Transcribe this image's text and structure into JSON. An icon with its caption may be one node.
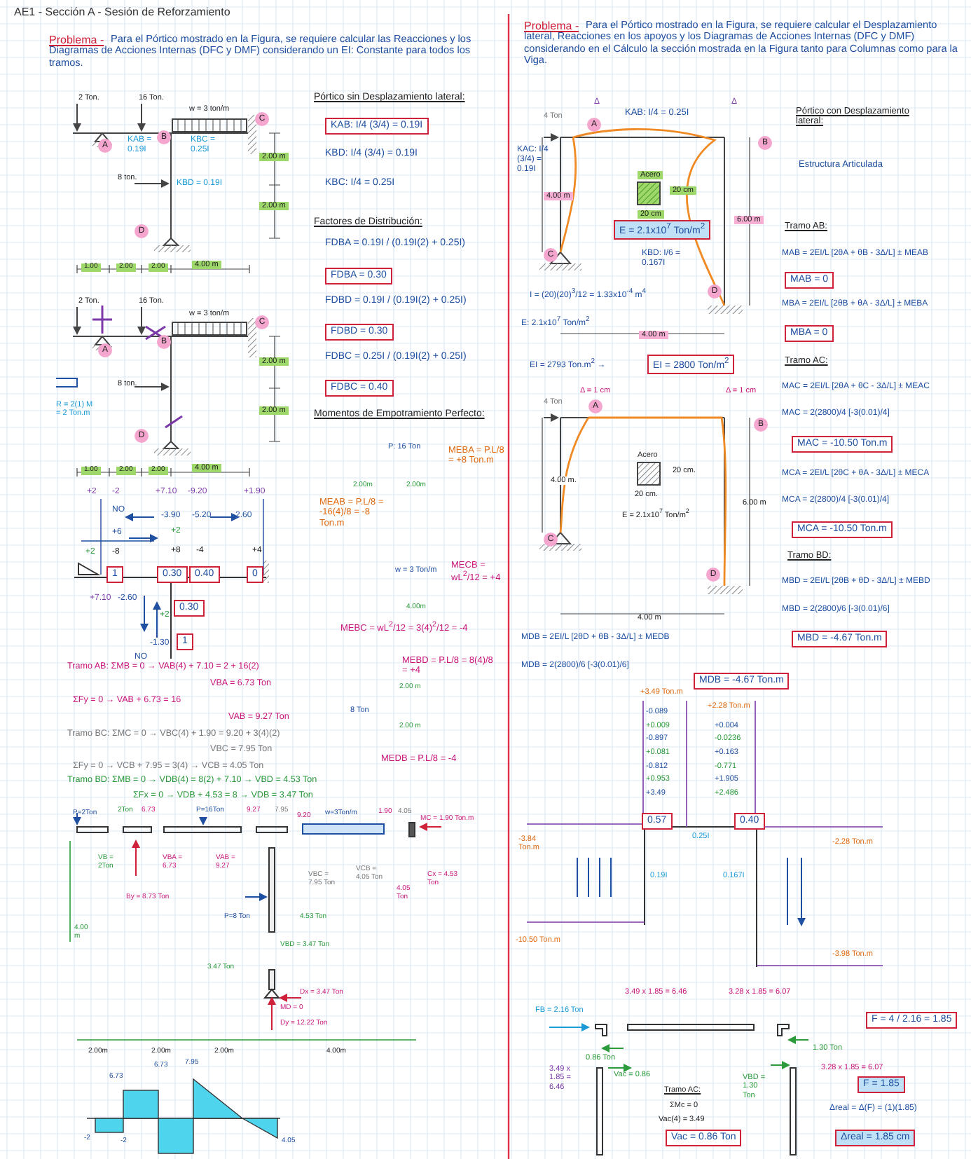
{
  "diagram": {
    "title": "AE1 - Sección A - Sesión de Reforzamiento",
    "nodes": [
      {
        "text": [
          "KAB: I/4 (3/4) = 0.19I"
        ]
      },
      {
        "text": [
          "FDBA = 0.30"
        ]
      },
      {
        "text": [
          "FDBD = 0.30"
        ]
      },
      {
        "text": [
          "FDBC = 0.40"
        ]
      },
      {
        "text": [
          "1"
        ]
      },
      {
        "text": [
          "0.30"
        ]
      },
      {
        "text": [
          "0.40"
        ]
      },
      {
        "text": [
          "0"
        ]
      },
      {
        "text": [
          "0.30"
        ]
      },
      {
        "text": [
          "1"
        ]
      },
      {
        "text": [
          "E = 2.1x10$^{7}$ Ton/m$^{2}$"
        ]
      },
      {
        "text": [
          "EI = 2800 Ton/m$^{2}$"
        ]
      },
      {
        "text": [
          "MAB = 0"
        ]
      },
      {
        "text": [
          "MBA = 0"
        ]
      },
      {
        "text": [
          "MAC = -10.50 Ton.m"
        ]
      },
      {
        "text": [
          "MCA = -10.50 Ton.m"
        ]
      },
      {
        "text": [
          "MBD = -4.67 Ton.m"
        ]
      },
      {
        "text": [
          "MDB = -4.67 Ton.m"
        ]
      },
      {
        "text": [
          "0.57"
        ]
      },
      {
        "text": [
          "0.40"
        ]
      },
      {
        "text": [
          "F = 4 / 2.16 = 1.85"
        ]
      },
      {
        "text": [
          "F = 1.85"
        ]
      },
      {
        "text": [
          "Vac = 0.86 Ton"
        ]
      },
      {
        "text": [
          "Δreal = 1.85 cm"
        ]
      }
    ],
    "labels": [
      "Problema -",
      "Para el Pórtico mostrado en la Figura, se requiere calcular las Reacciones y los Diagramas de Acciones Internas (DFC y DMF) considerando un EI: Constante para todos los tramos.",
      "Problema -",
      "Para el Pórtico mostrado en la Figura, se requiere calcular el Desplazamiento lateral, Reacciones en los apoyos y los Diagramas de Acciones Internas (DFC y DMF) considerando en el Cálculo la sección mostrada en la Figura tanto para Columnas como para la Viga.",
      "2 Ton.",
      "16 Ton.",
      "w = 3 ton/m",
      "KAB = 0.19I",
      "KBC = 0.25I",
      "8 ton.",
      "KBD = 0.19I",
      "2.00 m",
      "2.00 m",
      "1.00",
      "2.00",
      "2.00",
      "4.00 m",
      "Pórtico sin Desplazamiento lateral:",
      "KBD: I/4 (3/4) = 0.19I",
      "KBC: I/4 = 0.25I",
      "Factores de Distribución:",
      "FDBA = 0.19I / (0.19I(2) + 0.25I)",
      "FDBD = 0.19I / (0.19I(2) + 0.25I)",
      "FDBC = 0.25I / (0.19I(2) + 0.25I)",
      "Momentos de Empotramiento Perfecto:",
      "P: 16 Ton",
      "MEBA = P.L/8 = +8 Ton.m",
      "2.00m",
      "2.00m",
      "MEAB = P.L/8 = -16(4)/8 = -8 Ton.m",
      "w = 3 Ton/m",
      "MECB = wL$^{2}$/12 = +4",
      "4.00m",
      "MEBC = wL$^{2}$/12 = 3(4)$^{2}$/12 = -4",
      "MEBD = P.L/8 = 8(4)/8 = +4",
      "2.00 m",
      "8 Ton",
      "2.00 m",
      "MEDB = P.L/8 = -4",
      "2 Ton.",
      "16 Ton.",
      "w = 3 ton/m",
      "R = 2(1) M = 2 Ton.m",
      "8 ton.",
      "2.00 m",
      "2.00 m",
      "1.00",
      "2.00",
      "2.00",
      "4.00 m",
      "+2",
      "-2",
      "+7.10",
      "-9.20",
      "+1.90",
      "NO",
      "-3.90",
      "-5.20",
      "-2.60",
      "+6",
      "+2",
      "+2",
      "-8",
      "+8",
      "-4",
      "+4",
      "+7.10",
      "-2.60",
      "+2",
      "NO",
      "-1.30",
      "Tramo AB: ΣMB = 0 → VAB(4) + 7.10 = 2 + 16(2)",
      "VBA = 6.73 Ton",
      "ΣFy = 0 → VAB + 6.73 = 16",
      "VAB = 9.27 Ton",
      "Tramo BC: ΣMC = 0 → VBC(4) + 1.90 = 9.20 + 3(4)(2)",
      "VBC = 7.95 Ton",
      "ΣFy = 0 → VCB + 7.95 = 3(4) → VCB = 4.05 Ton",
      "Tramo BD: ΣMB = 0 → VDB(4) = 8(2) + 7.10 → VBD = 4.53 Ton",
      "ΣFx = 0 → VDB + 4.53 = 8 → VDB = 3.47 Ton",
      "P=2Ton",
      "2Ton",
      "6.73",
      "P=16Ton",
      "9.27",
      "7.95",
      "9.20",
      "w=3Ton/m",
      "1.90",
      "4.05",
      "MC = 1.90 Ton.m",
      "VB = 2Ton",
      "By = 8.73 Ton",
      "VBA = 6.73",
      "VAB = 9.27",
      "VBC = 7.95 Ton",
      "4.53 Ton",
      "VCB = 4.05 Ton",
      "4.05 Ton",
      "Cx = 4.53 Ton",
      "P=8 Ton",
      "VBD = 3.47 Ton",
      "3.47 Ton",
      "Dx = 3.47 Ton",
      "MD = 0",
      "Dy = 12.22 Ton",
      "4.00 m",
      "2.00m",
      "2.00m",
      "2.00m",
      "4.00m",
      "6.73",
      "6.73",
      "7.95",
      "-2",
      "-2",
      "4.05",
      "4 Ton",
      "Δ",
      "Δ",
      "KAB: I/4 = 0.25I",
      "KAC: I/4 (3/4) = 0.19I",
      "Acero",
      "20 cm",
      "4.00 m",
      "20 cm",
      "6.00 m",
      "KBD: I/6 = 0.167I",
      "4.00 m",
      "I = (20)(20)$^{3}$/12 = 1.33x10$^{-4}$ m$^{4}$",
      "E: 2.1x10$^{7}$ Ton/m$^{2}$",
      "EI = 2793 Ton.m$^{2}$ →",
      "Pórtico con Desplazamiento lateral:",
      "Estructura Articulada",
      "Tramo AB:",
      "MAB = 2EI/L [2θA + θB - 3Δ/L] ± MEAB",
      "MBA = 2EI/L [2θB + θA - 3Δ/L] ± MEBA",
      "Tramo AC:",
      "MAC = 2EI/L [2θA + θC - 3Δ/L] ± MEAC",
      "MAC = 2(2800)/4 [-3(0.01)/4]",
      "MCA = 2EI/L [2θC + θA - 3Δ/L] ± MECA",
      "MCA = 2(2800)/4 [-3(0.01)/4]",
      "Tramo BD:",
      "MBD = 2EI/L [2θB + θD - 3Δ/L] ± MEBD",
      "MBD = 2(2800)/6 [-3(0.01)/6]",
      "Δ = 1 cm",
      "Δ = 1 cm",
      "4 Ton",
      "Acero",
      "20 cm.",
      "4.00 m.",
      "20 cm.",
      "E = 2.1x10$^{7}$ Ton/m$^{2}$",
      "6.00 m",
      "4.00 m",
      "MDB = 2EI/L [2θD + θB - 3Δ/L] ± MEDB",
      "MDB = 2(2800)/6 [-3(0.01)/6]",
      "+3.49 Ton.m",
      "+2.28 Ton.m",
      "-0.089",
      "+0.009",
      "-0.897",
      "+0.081",
      "-0.812",
      "+0.953",
      "+3.49",
      "+0.004",
      "-0.0236",
      "+0.163",
      "-0.771",
      "+1.905",
      "+2.486",
      "0.25I",
      "0.19I",
      "0.167I",
      "-3.84 Ton.m",
      "-10.50 Ton.m",
      "-2.28 Ton.m",
      "-3.98 Ton.m",
      "FB = 2.16 Ton",
      "3.49 x 1.85 = 6.46",
      "3.28 x 1.85 = 6.07",
      "0.86 Ton",
      "1.30 Ton",
      "3.49 x 1.85 = 6.46",
      "Vac = 0.86",
      "VBD = 1.30 Ton",
      "3.28 x 1.85 = 6.07",
      "Tramo AC:",
      "ΣMc = 0",
      "Vac(4) = 3.49",
      "Δreal = Δ(F) = (1)(1.85)",
      "A",
      "B",
      "C",
      "D",
      "A",
      "B",
      "C",
      "D",
      "A",
      "B",
      "C",
      "D",
      "A",
      "B",
      "C",
      "D"
    ]
  }
}
